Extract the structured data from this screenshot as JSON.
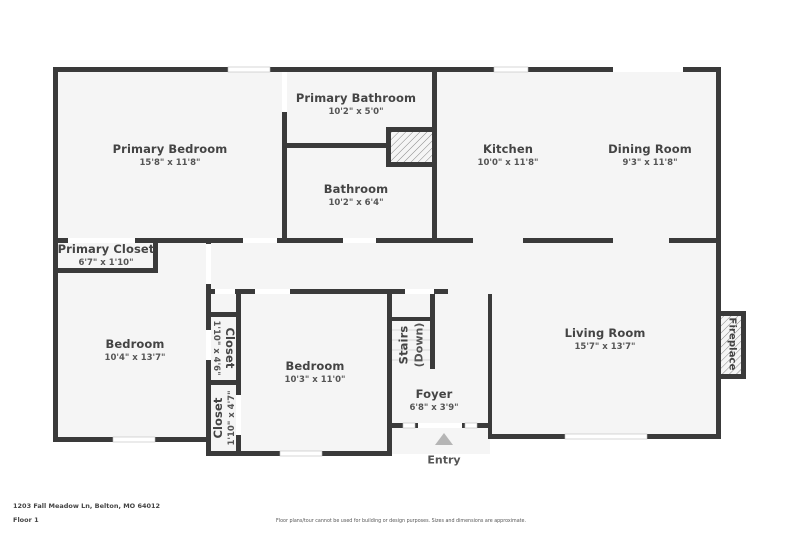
{
  "floorplan": {
    "floor": "Floor 1",
    "address": "1203 Fall Meadow Ln, Belton, MO 64012",
    "disclaimer": "Floor plans/tour cannot be used for building or design purposes. Sizes and dimensions are approximate.",
    "entry_label": "Entry",
    "colors": {
      "wall": "#3a3a3a",
      "floor": "#f5f5f5",
      "background": "#ffffff",
      "text": "#444444"
    },
    "rooms": [
      {
        "name": "Primary Bedroom",
        "dims": "15'8\" x 11'8\""
      },
      {
        "name": "Primary Bathroom",
        "dims": "10'2\" x 5'0\""
      },
      {
        "name": "Bathroom",
        "dims": "10'2\" x 6'4\""
      },
      {
        "name": "Kitchen",
        "dims": "10'0\" x 11'8\""
      },
      {
        "name": "Dining Room",
        "dims": "9'3\" x 11'8\""
      },
      {
        "name": "Primary Closet",
        "dims": "6'7\" x 1'10\""
      },
      {
        "name": "Bedroom",
        "dims": "10'4\" x 13'7\""
      },
      {
        "name": "Closet",
        "dims": "1'10\" x 4'6\""
      },
      {
        "name": "Closet",
        "dims": "1'10\" x 4'7\""
      },
      {
        "name": "Bedroom",
        "dims": "10'3\" x 11'0\""
      },
      {
        "name": "Stairs",
        "dims": "(Down)"
      },
      {
        "name": "Foyer",
        "dims": "6'8\" x 3'9\""
      },
      {
        "name": "Living Room",
        "dims": "15'7\" x 13'7\""
      },
      {
        "name": "Fireplace",
        "dims": ""
      }
    ]
  }
}
